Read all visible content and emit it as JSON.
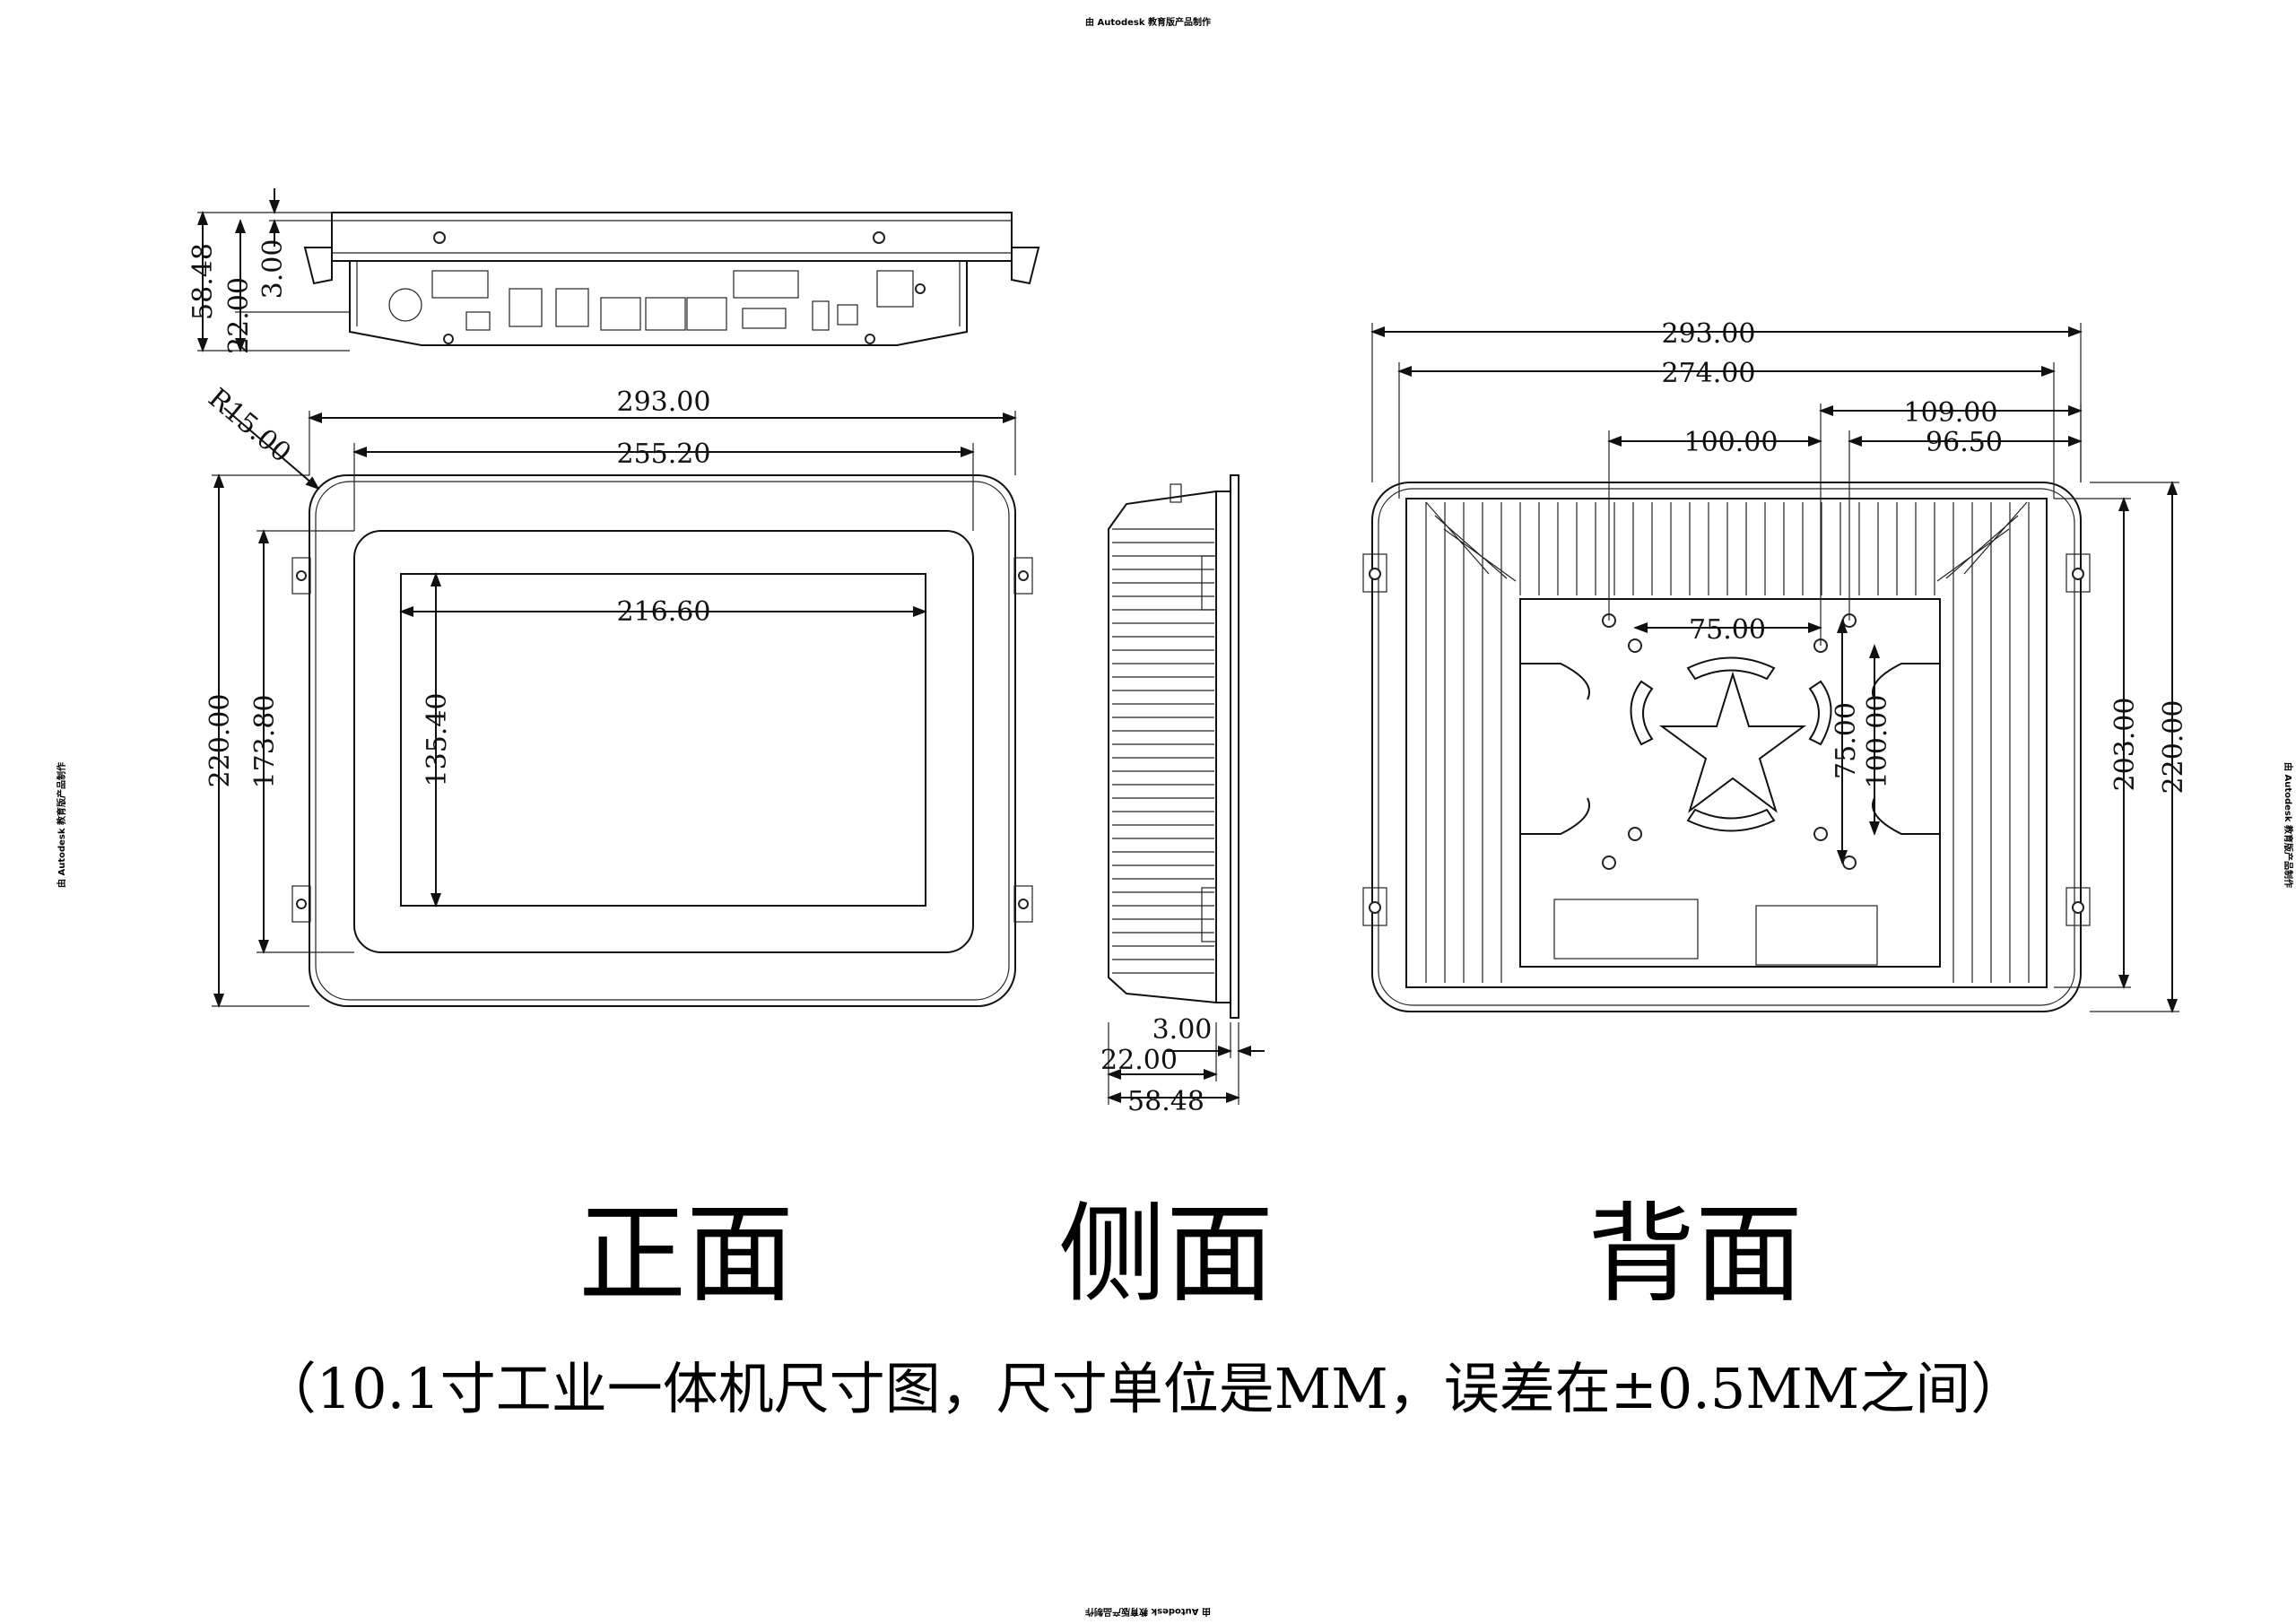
{
  "watermark": "由 Autodesk 教育版产品制作",
  "views": {
    "front": "正面",
    "side": "侧面",
    "back": "背面"
  },
  "caption": "（10.1寸工业一体机尺寸图，尺寸单位是MM，误差在±0.5MM之间）",
  "dimensions": {
    "top": {
      "total_depth": "58.48",
      "body_depth": "22.00",
      "panel_thickness": "3.00"
    },
    "front": {
      "radius": "R15.00",
      "width": "293.00",
      "bezel_width": "255.20",
      "screen_width": "216.60",
      "height": "220.00",
      "bezel_height": "173.80",
      "screen_height": "135.40"
    },
    "side": {
      "panel_thickness": "3.00",
      "body_depth": "22.00",
      "total_depth": "58.48"
    },
    "back": {
      "width": "293.00",
      "heatsink_width": "274.00",
      "offset_right": "109.00",
      "vesa_left": "100.00",
      "vesa_right": "96.50",
      "vesa_inner": "75.00",
      "height": "220.00",
      "heatsink_height": "203.00",
      "vesa_v_outer": "100.00",
      "vesa_v_inner": "75.00"
    }
  }
}
